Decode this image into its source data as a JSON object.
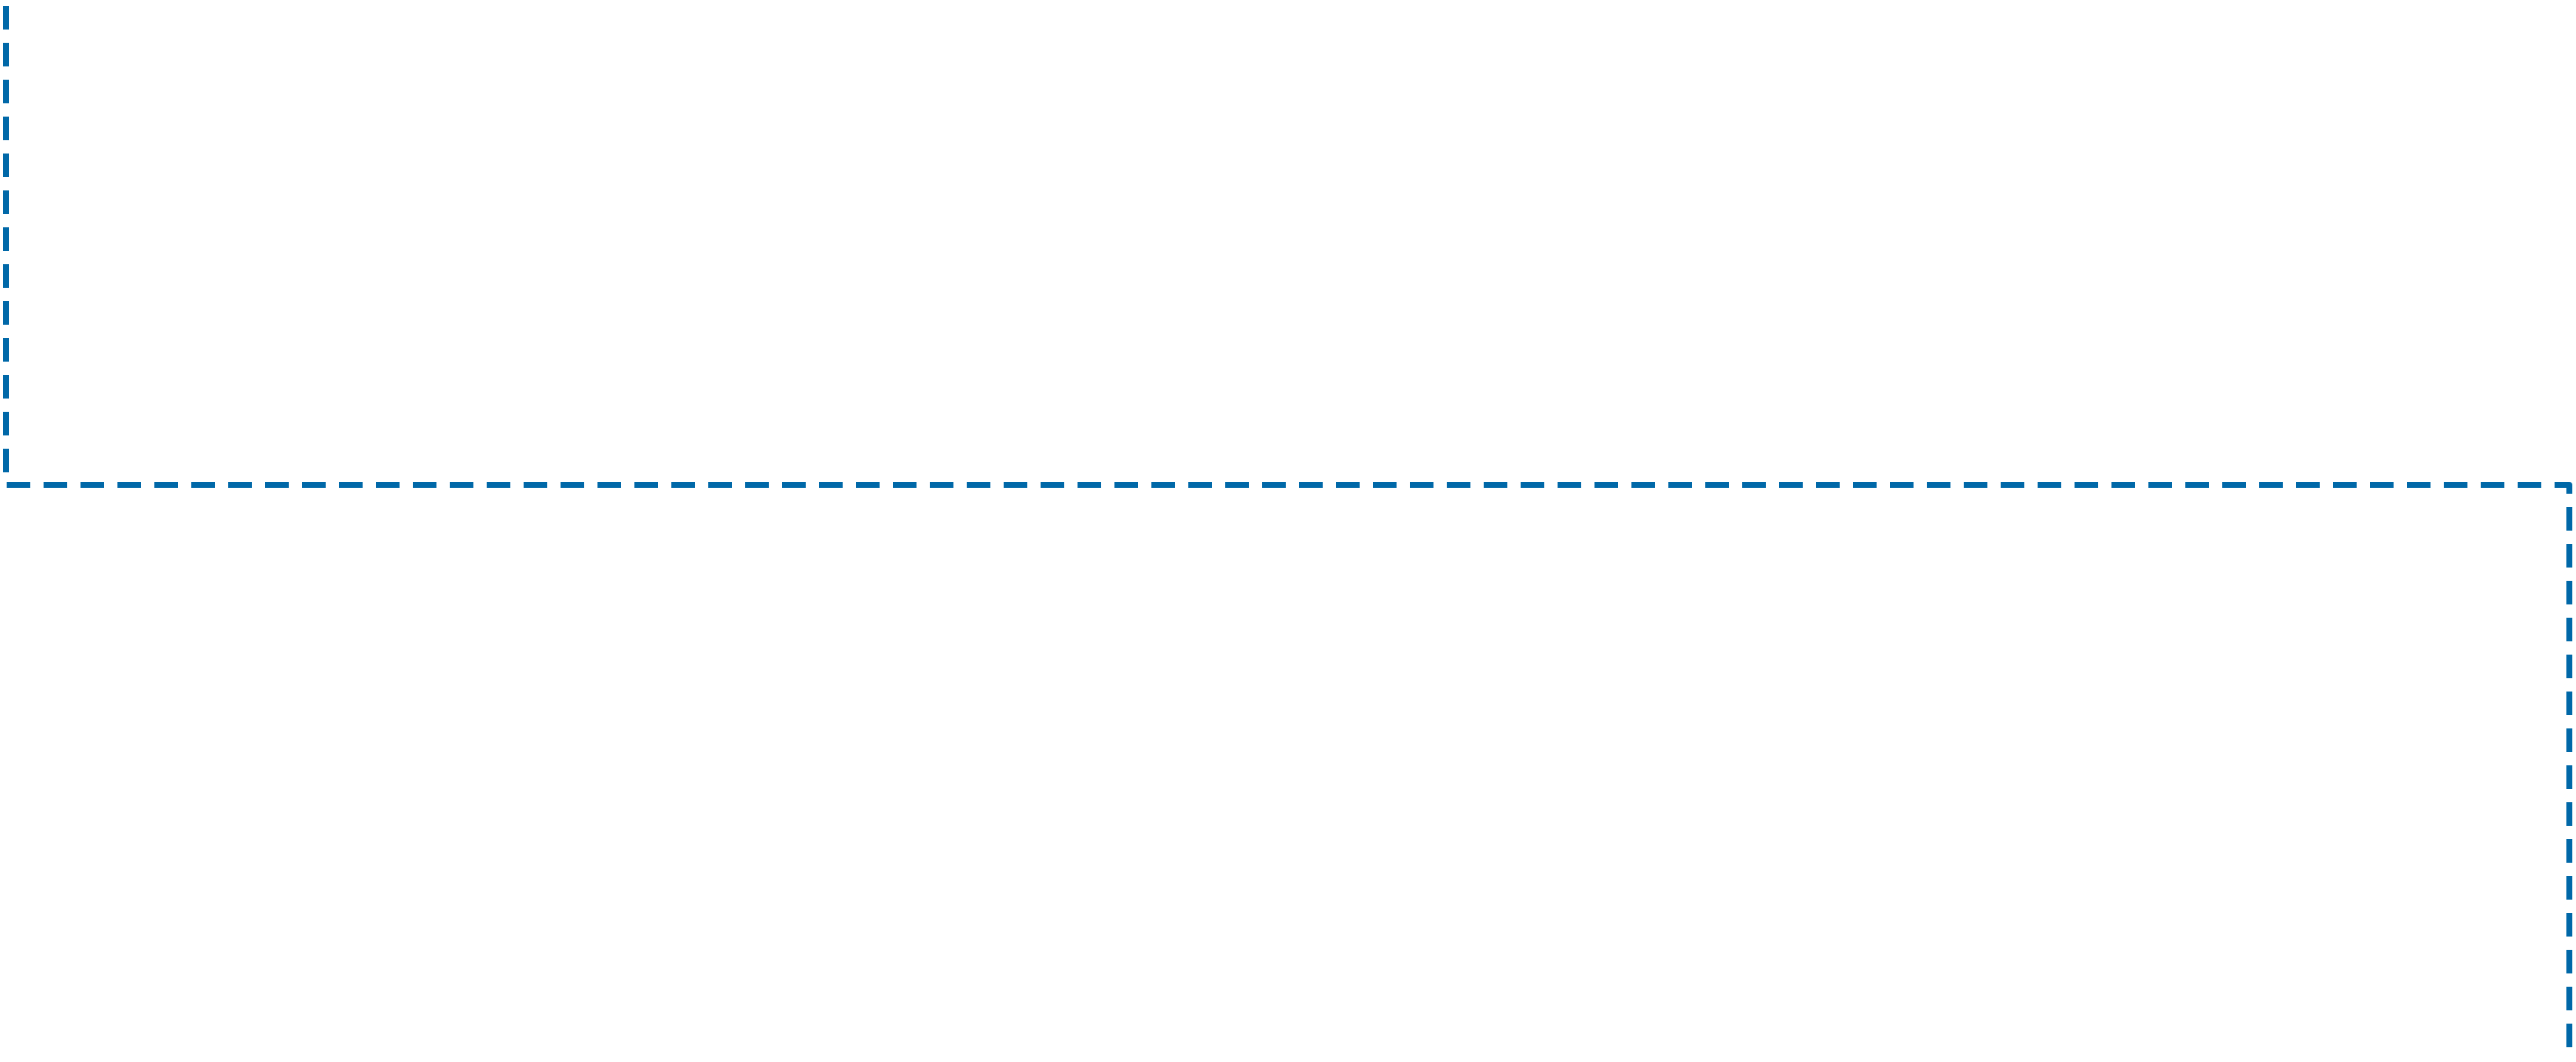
{
  "connector": {
    "color": "#0068a8",
    "style": "dashed",
    "segments": [
      "down",
      "right",
      "down"
    ]
  }
}
